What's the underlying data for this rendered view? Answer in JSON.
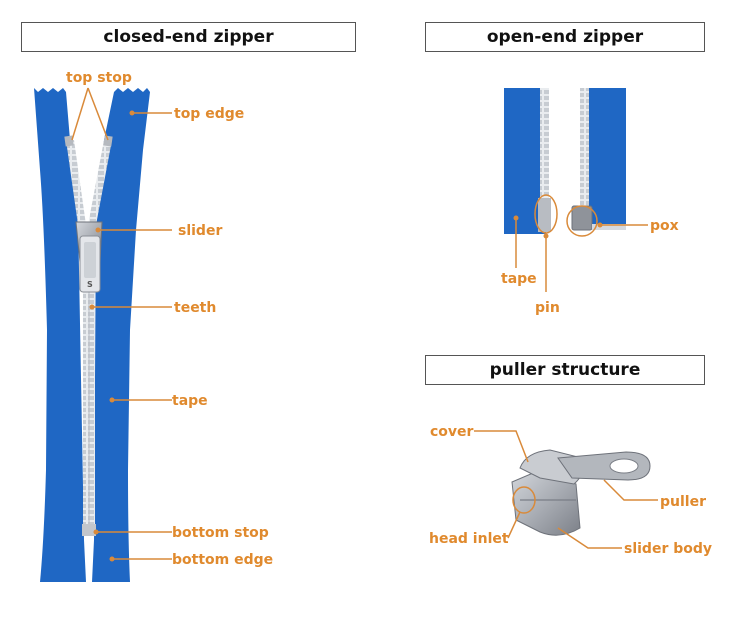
{
  "titles": {
    "closed_end": "closed-end zipper",
    "open_end": "open-end zipper",
    "puller_structure": "puller structure"
  },
  "closed_end_labels": {
    "top_stop": "top stop",
    "top_edge": "top edge",
    "slider": "slider",
    "teeth": "teeth",
    "tape": "tape",
    "bottom_stop": "bottom stop",
    "bottom_edge": "bottom edge"
  },
  "open_end_labels": {
    "pox": "pox",
    "tape": "tape",
    "pin": "pin"
  },
  "puller_labels": {
    "cover": "cover",
    "puller": "puller",
    "head_inlet": "head inlet",
    "slider_body": "slider body"
  },
  "colors": {
    "tape_blue": "#1f67c4",
    "label_orange": "#e08a2e",
    "metal_gray": "#a9adb4"
  }
}
